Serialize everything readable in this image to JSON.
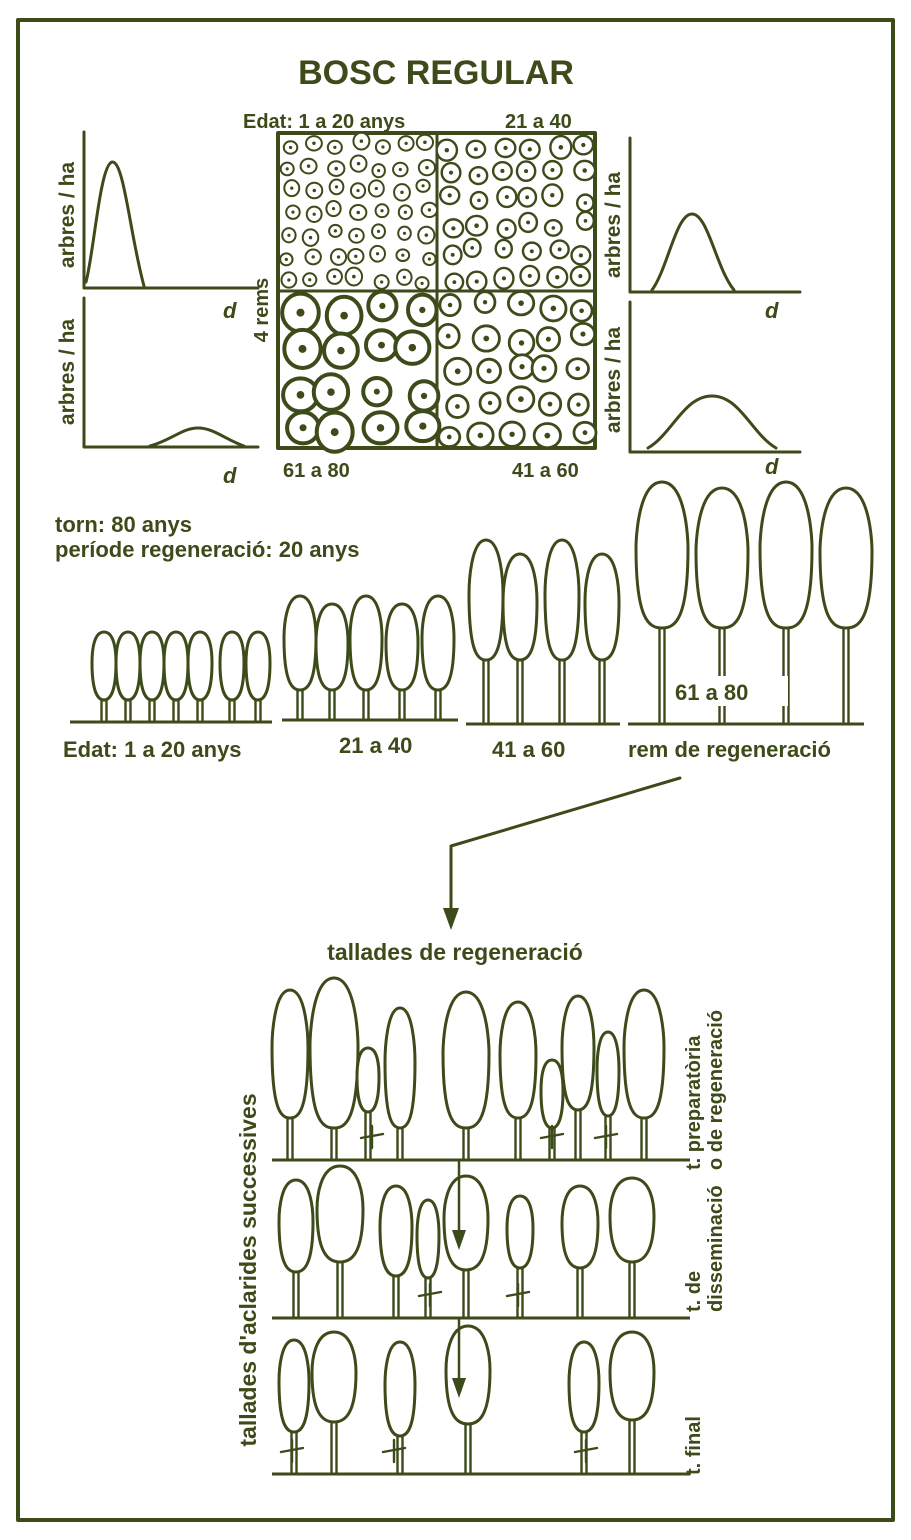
{
  "title": "BOSC REGULAR",
  "colors": {
    "ink": "#3d4a19",
    "paper": "#ffffff"
  },
  "grid": {
    "age_label_top_left": "Edat: 1 a 20 anys",
    "age_label_top_right": "21 a 40",
    "age_label_bottom_left": "61 a 80",
    "age_label_bottom_right": "41 a 60",
    "side_label": "4 rems"
  },
  "distribution_plots": {
    "y_label": "arbres / ha",
    "x_label": "d"
  },
  "rotation": {
    "line1": "torn: 80 anys",
    "line2": "període regeneració: 20 anys"
  },
  "stands": {
    "label_1": "Edat: 1 a 20  anys",
    "label_2": "21 a 40",
    "label_3": "41 a 60",
    "label_4": "rem de regeneració",
    "inner_label": "61 a 80"
  },
  "regeneration": {
    "title": "tallades de regeneració",
    "side_label": "tallades d'aclarides successives",
    "stage1_line1": "t. preparatòria",
    "stage1_line2": "o de regeneració",
    "stage2_line1": "t. de",
    "stage2_line2": "disseminació",
    "stage3_line1": "t. final"
  }
}
